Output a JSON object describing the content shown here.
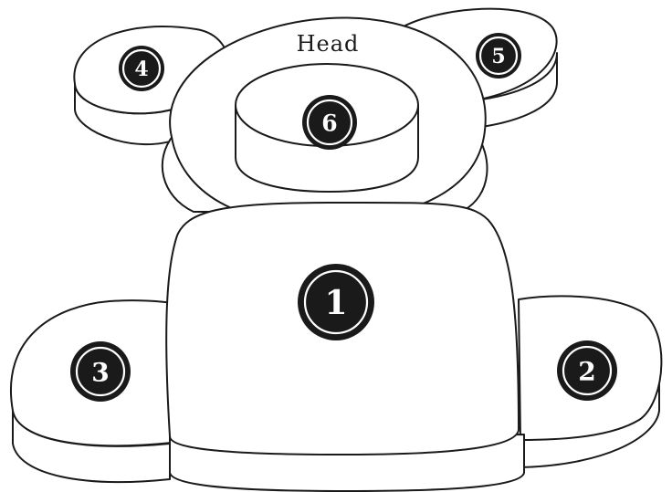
{
  "diagram": {
    "head_label": "Head",
    "badges": {
      "body": "1",
      "right_hand": "2",
      "left_hand": "3",
      "left_ear": "4",
      "right_ear": "5",
      "top": "6"
    }
  },
  "colors": {
    "stroke": "#1a1a1a",
    "fill": "#ffffff",
    "badge": "#1a1a1a"
  }
}
